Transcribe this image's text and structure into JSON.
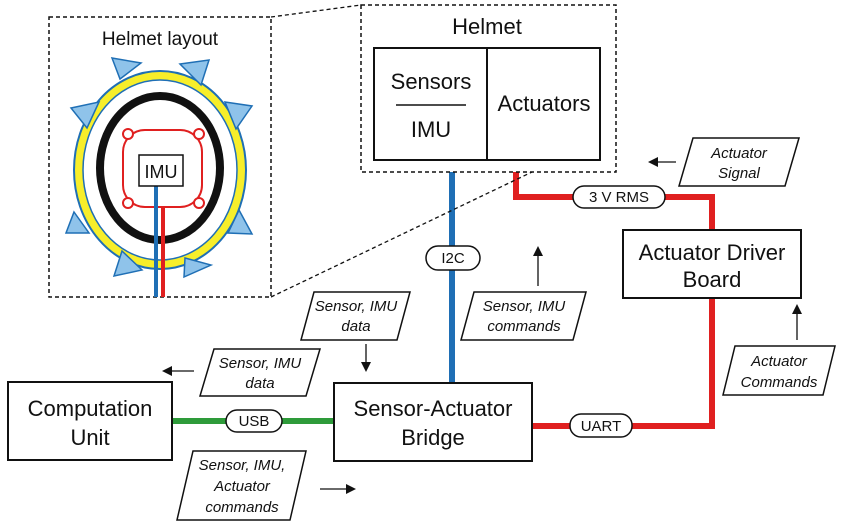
{
  "colors": {
    "i2c_wire": "#1f6fb5",
    "power_wire": "#e02020",
    "usb_wire": "#2e9b3a",
    "helmet_ring": "#f7ee2a",
    "actuator_triangle": "#8fc3ea"
  },
  "helmet_layout": {
    "title": "Helmet layout",
    "imu_label": "IMU"
  },
  "helmet": {
    "title": "Helmet",
    "sensors_label": "Sensors",
    "imu_label": "IMU",
    "actuators_label": "Actuators"
  },
  "boxes": {
    "computation_line1": "Computation",
    "computation_line2": "Unit",
    "bridge_line1": "Sensor-Actuator",
    "bridge_line2": "Bridge",
    "driver_line1": "Actuator Driver",
    "driver_line2": "Board"
  },
  "links": {
    "i2c": "I2C",
    "rms": "3 V RMS",
    "usb": "USB",
    "uart": "UART"
  },
  "notes": {
    "actuator_signal": [
      "Actuator",
      "Signal"
    ],
    "sensor_imu_data_top": [
      "Sensor, IMU",
      "data"
    ],
    "sensor_imu_commands": [
      "Sensor, IMU",
      "commands"
    ],
    "sensor_imu_data_left": [
      "Sensor, IMU",
      "data"
    ],
    "actuator_commands": [
      "Actuator",
      "Commands"
    ],
    "sensor_imu_actuator_commands": [
      "Sensor, IMU,",
      "Actuator",
      "commands"
    ]
  }
}
